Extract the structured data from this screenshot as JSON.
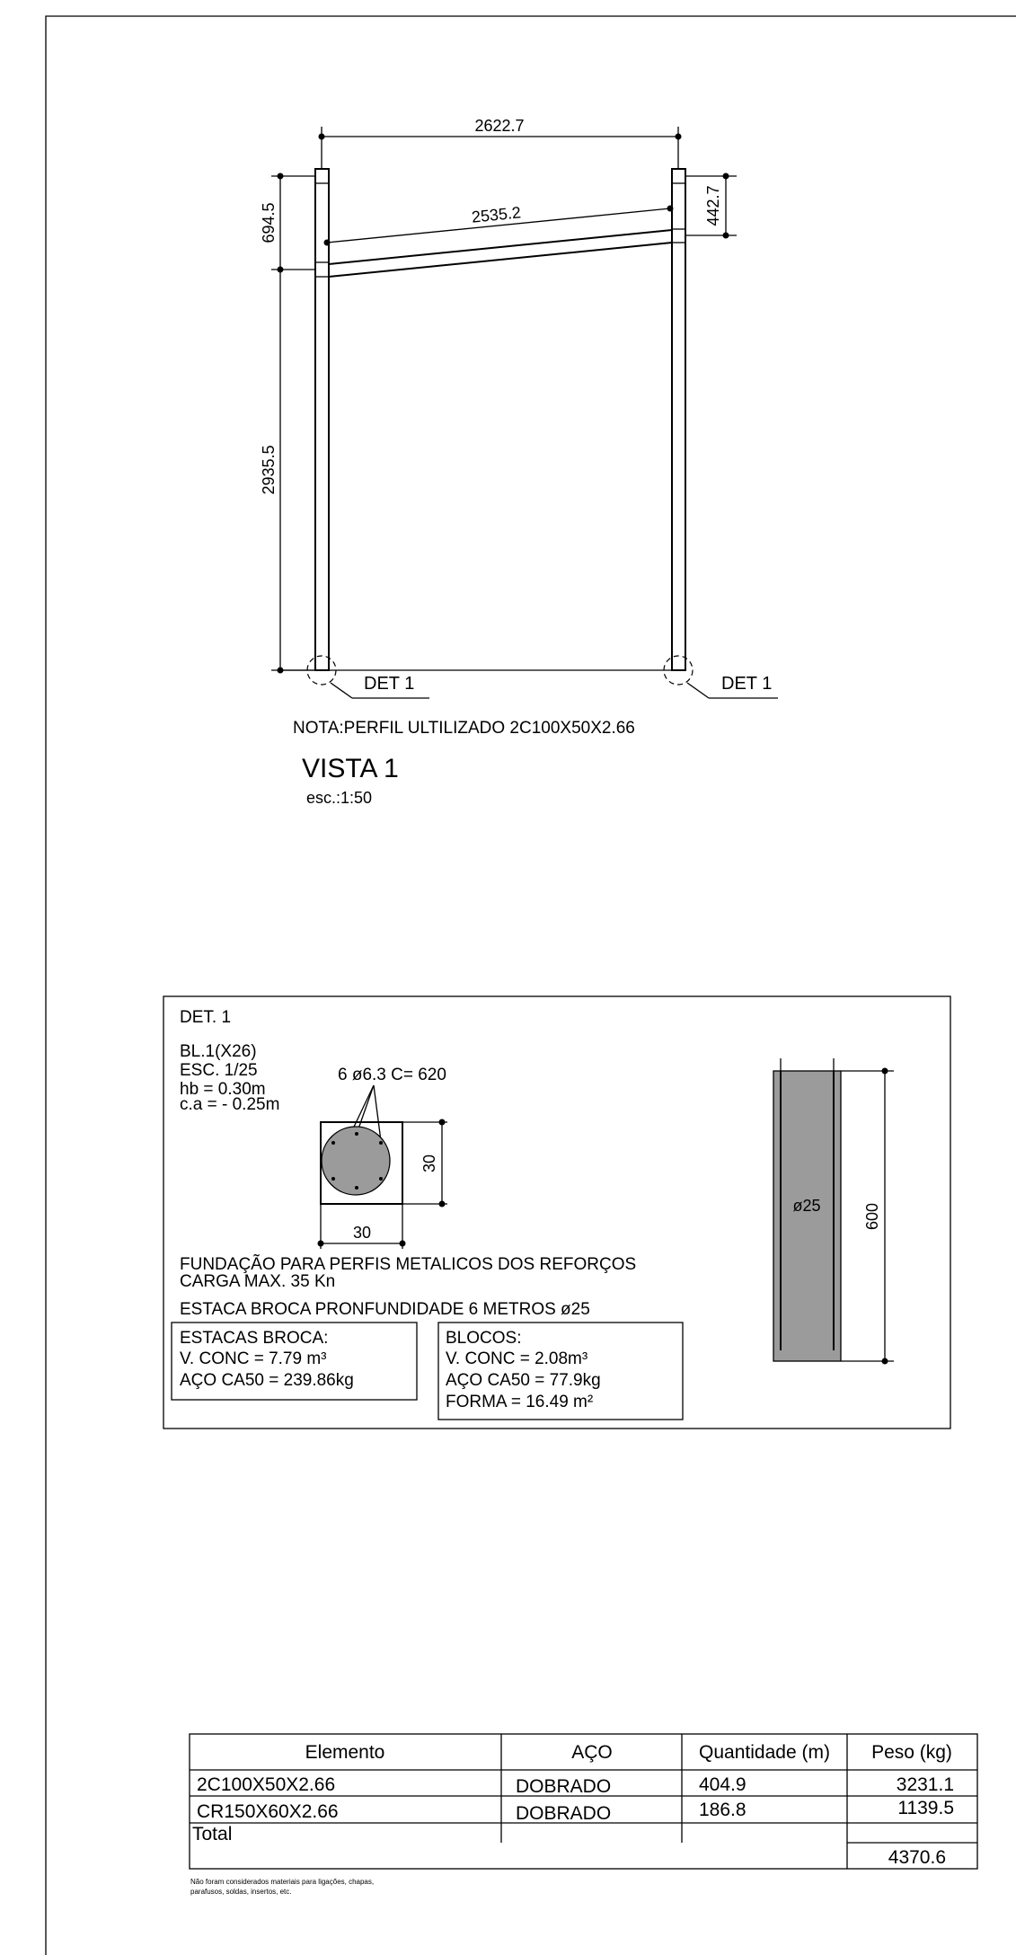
{
  "vista": {
    "dims": {
      "top_width": "2622.7",
      "beam_length": "2535.2",
      "right_offset": "442.7",
      "left_upper": "694.5",
      "left_lower": "2935.5"
    },
    "det_left": "DET 1",
    "det_right": "DET 1",
    "note": "NOTA:PERFIL ULTILIZADO 2C100X50X2.66",
    "title": "VISTA 1",
    "scale": "esc.:1:50"
  },
  "detail": {
    "title": "DET. 1",
    "block_lines": [
      "BL.1(X26)",
      "ESC. 1/25",
      "hb = 0.30m",
      "c.a = - 0.25m"
    ],
    "rebar_label": "6 ø6.3 C= 620",
    "dim_side": "30",
    "dim_bottom": "30",
    "pile_label": "ø25",
    "pile_depth": "600",
    "desc": [
      "FUNDAÇÃO PARA PERFIS METALICOS DOS REFORÇOS",
      "CARGA MAX. 35 Kn",
      "ESTACA BROCA PRONFUNDIDADE 6 METROS ø25"
    ],
    "estacas_box": [
      "ESTACAS BROCA:",
      "V. CONC = 7.79 m³",
      "AÇO CA50 = 239.86kg"
    ],
    "blocos_box": [
      "BLOCOS:",
      "V. CONC = 2.08m³",
      "AÇO CA50 = 77.9kg",
      "FORMA = 16.49 m²"
    ]
  },
  "table": {
    "headers": [
      "Elemento",
      "AÇO",
      "Quantidade (m)",
      "Peso (kg)"
    ],
    "rows": [
      [
        "2C100X50X2.66",
        "DOBRADO",
        "404.9",
        "3231.1"
      ],
      [
        "CR150X60X2.66",
        "DOBRADO",
        "186.8",
        "1139.5"
      ]
    ],
    "total_label": "Total",
    "total_value": "4370.6",
    "footnote": [
      "Não foram considerados materiais para ligações, chapas,",
      "parafusos, soldas, insertos, etc."
    ]
  },
  "colors": {
    "fill_gray": "#9b9b9b",
    "line": "#000000"
  }
}
